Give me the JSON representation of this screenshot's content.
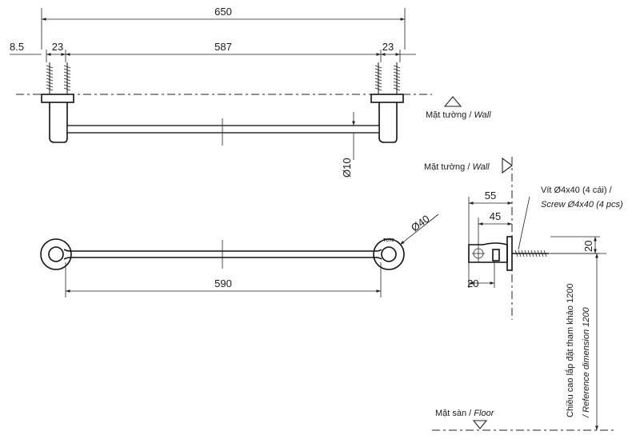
{
  "front_view": {
    "dim_overall": "650",
    "dim_left_offset": "8.5",
    "dim_left_mount": "23",
    "dim_between_mounts": "587",
    "dim_right_mount": "23",
    "dim_bar_diameter": "Ø10"
  },
  "wall_label_top": {
    "vi": "Mặt tường / ",
    "en": "Wall"
  },
  "top_view": {
    "dim_bar_length": "590",
    "dim_flange_diameter": "Ø40",
    "brand_mark": "TOTO"
  },
  "side_view": {
    "wall_label": {
      "vi": "Mặt tường / ",
      "en": "Wall"
    },
    "dim_depth_outer": "55",
    "dim_depth_inner": "45",
    "dim_base": "20",
    "dim_height": "20",
    "screw_note_vi": "Vít Ø4x40 (4 cái) /",
    "screw_note_en": "Screw Ø4x40 (4 pcs)",
    "mount_height_vi": "Chiều cao lắp đặt tham khảo 1200",
    "mount_height_en": "/ Reference dimension 1200",
    "floor_label": {
      "vi": "Mặt sàn / ",
      "en": "Floor"
    }
  }
}
